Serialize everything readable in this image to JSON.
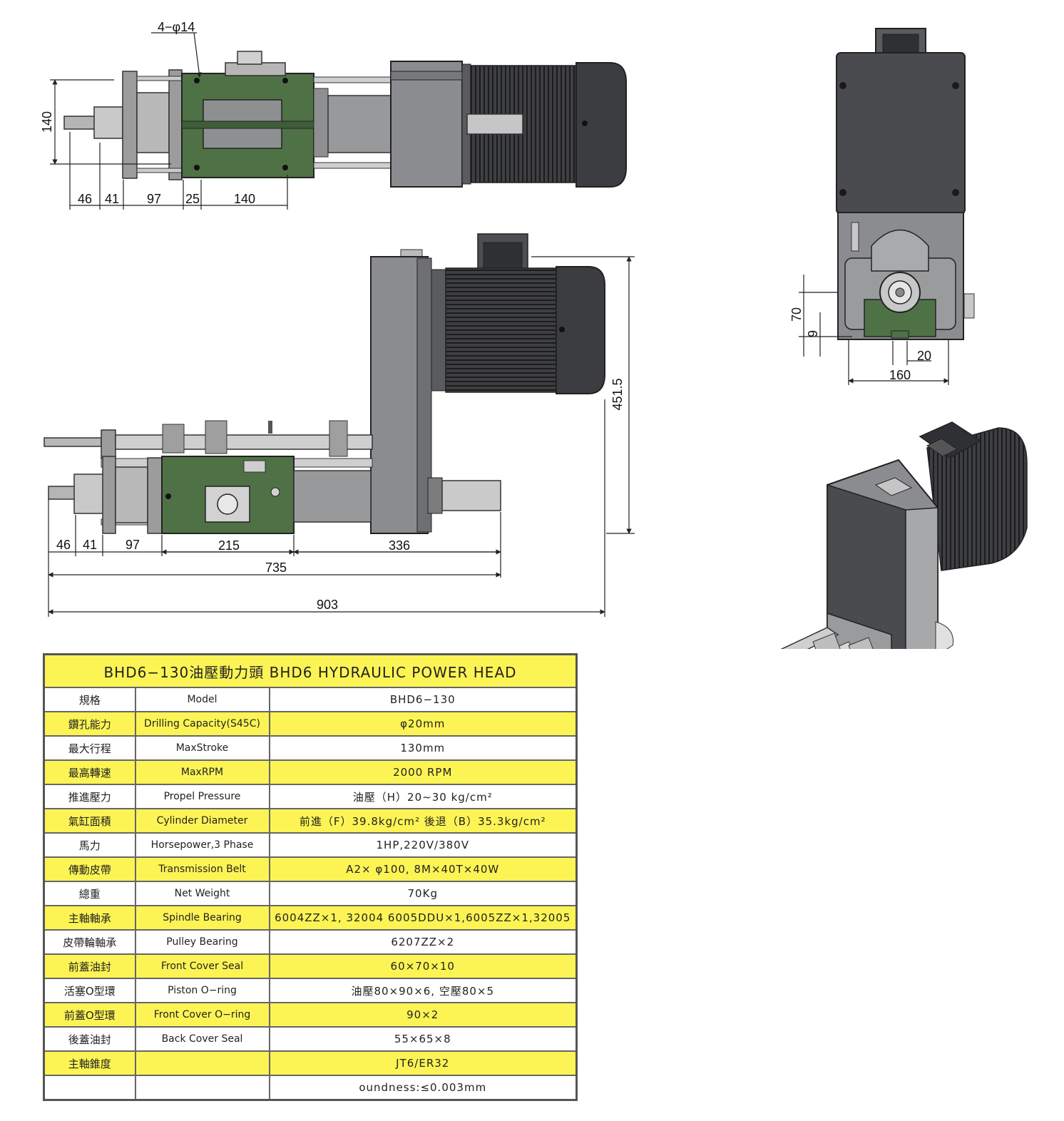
{
  "dimensions": {
    "top_view": {
      "hole_spec": "4−φ14",
      "height_140": "140",
      "len_46": "46",
      "len_41": "41",
      "len_97": "97",
      "len_25": "25",
      "len_140": "140"
    },
    "side_view": {
      "height_451_5": "451.5",
      "len_46": "46",
      "len_41": "41",
      "len_97": "97",
      "len_215": "215",
      "len_336": "336",
      "len_735": "735",
      "len_903": "903"
    },
    "end_view": {
      "h_70": "70",
      "h_9": "9",
      "w_20": "20",
      "w_160": "160"
    }
  },
  "spec_table": {
    "title": "BHD6−130油壓動力頭  BHD6 HYDRAULIC    POWER HEAD",
    "rows": [
      {
        "zh": "規格",
        "en": "Model",
        "value": "BHD6−130",
        "style": "white"
      },
      {
        "zh": "鑽孔能力",
        "en": "Drilling  Capacity(S45C)",
        "value": "φ20mm",
        "style": "yellow"
      },
      {
        "zh": "最大行程",
        "en": "MaxStroke",
        "value": "130mm",
        "style": "white"
      },
      {
        "zh": "最高轉速",
        "en": "MaxRPM",
        "value": "2000 RPM",
        "style": "yellow"
      },
      {
        "zh": "推進壓力",
        "en": "Propel  Pressure",
        "value": "油壓（H）20∼30 kg/cm²",
        "style": "white"
      },
      {
        "zh": "氣缸面積",
        "en": "Cylinder  Diameter",
        "value": "前進（F）39.8kg/cm²  後退（B）35.3kg/cm²",
        "style": "yellow"
      },
      {
        "zh": "馬力",
        "en": "Horsepower,3  Phase",
        "value": "1HP,220V/380V",
        "style": "white"
      },
      {
        "zh": "傳動皮帶",
        "en": "Transmission  Belt",
        "value": "A2× φ100, 8M×40T×40W",
        "style": "yellow"
      },
      {
        "zh": "總重",
        "en": "Net  Weight",
        "value": "70Kg",
        "style": "white"
      },
      {
        "zh": "主軸軸承",
        "en": "Spindle  Bearing",
        "value": "6004ZZ×1, 32004     6005DDU×1,6005ZZ×1,32005",
        "style": "yellow"
      },
      {
        "zh": "皮帶輪軸承",
        "en": "Pulley  Bearing",
        "value": "6207ZZ×2",
        "style": "white"
      },
      {
        "zh": "前蓋油封",
        "en": "Front  Cover  Seal",
        "value": "60×70×10",
        "style": "yellow"
      },
      {
        "zh": "活塞O型環",
        "en": "Piston  O−ring",
        "value": "油壓80×90×6, 空壓80×5",
        "style": "white"
      },
      {
        "zh": "前蓋O型環",
        "en": "Front  Cover  O−ring",
        "value": "90×2",
        "style": "yellow"
      },
      {
        "zh": "後蓋油封",
        "en": "Back  Cover  Seal",
        "value": "55×65×8",
        "style": "white"
      },
      {
        "zh": "主軸錐度",
        "en": "",
        "value": "JT6/ER32",
        "style": "yellow"
      },
      {
        "zh": "",
        "en": "",
        "value": "oundness:≤0.003mm",
        "style": "white"
      }
    ]
  },
  "colors": {
    "body_green": "#4f7146",
    "motor_dark": "#3c3d40",
    "gray_part": "#8b8c8f",
    "table_yellow": "#fcf454"
  }
}
